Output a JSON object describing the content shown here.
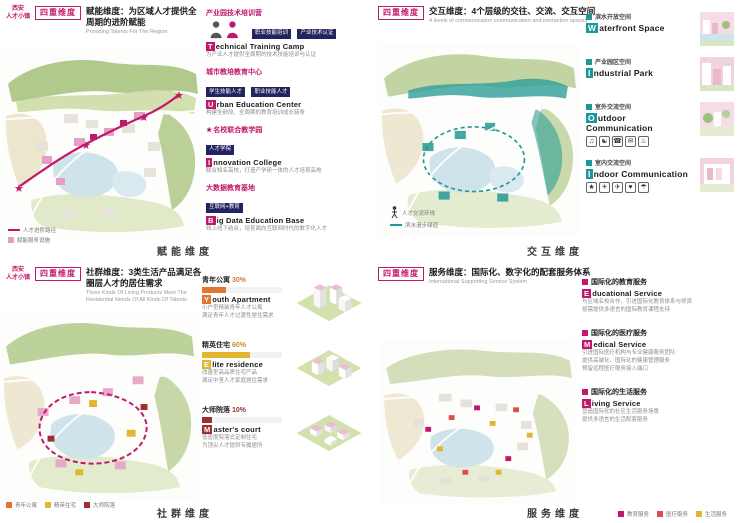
{
  "colors": {
    "accent": "#c2186b",
    "teal": "#1d9899",
    "navy": "#23235f",
    "orange": "#e0762f",
    "yellow": "#e2b62f",
    "dark_red": "#9c2f2f"
  },
  "icons": {
    "star": "★"
  },
  "tl": {
    "logo_line1": "西安",
    "logo_line2": "人才小镇",
    "badge": "四重维度",
    "title": "赋能维度：为区域人才提供全周期的进阶赋能",
    "subtitle": "Providing Talents For The Region",
    "footer": "赋能维度",
    "items": [
      {
        "title": "产业园技术培训营",
        "en_initial": "T",
        "en_rest": "echnical Training Camp",
        "tags": [
          "职业技能培训",
          "产业技术认证"
        ],
        "desc": "为产业人才提供全周期的技术技能培训与认证"
      },
      {
        "title": "城市教培教育中心",
        "en_initial": "U",
        "en_rest": "rban Education Center",
        "tags": [
          "学生技能人才",
          "职业技能人才"
        ],
        "desc": "构建全龄段、全周期的教育培训成长链条"
      },
      {
        "title": "名校联合教学园",
        "en_initial": "I",
        "en_rest": "nnovation College",
        "tags": [
          "人才学院"
        ],
        "desc": "联合知名高校，打造产学研一体的人才培育高地"
      },
      {
        "title": "大数据教育基地",
        "en_initial": "B",
        "en_rest": "ig Data Education Base",
        "tags": [
          "互联网+教育"
        ],
        "desc": "线上线下结合，培育面向互联网时代的数字化人才"
      }
    ],
    "legend": [
      {
        "label": "人才进阶路径"
      },
      {
        "label": "赋能服务设施"
      }
    ]
  },
  "tr": {
    "badge": "四重维度",
    "title": "交互维度：4个层级的交往、交流、交互空间",
    "subtitle": "4 levels of communication communication and interaction spaces",
    "footer": "交互维度",
    "items": [
      {
        "cn": "滨水开放空间",
        "en_initial": "W",
        "en_rest": "aterfront Space"
      },
      {
        "cn": "产业园区空间",
        "en_initial": "I",
        "en_rest": "ndustrial Park"
      },
      {
        "cn": "室外交流空间",
        "en_initial": "O",
        "en_rest": "utdoor Communication",
        "icons": [
          "♫",
          "☯",
          "☎",
          "✉",
          "♨"
        ]
      },
      {
        "cn": "室内交流空间",
        "en_initial": "I",
        "en_rest": "ndoor Communication",
        "icons": [
          "★",
          "☀",
          "✈",
          "♥",
          "☂"
        ]
      }
    ],
    "legend": [
      {
        "label": "人才交流环线"
      },
      {
        "label": "滨水漫步绿道"
      }
    ]
  },
  "bl": {
    "logo_line1": "西安",
    "logo_line2": "人才小镇",
    "badge": "四重维度",
    "title": "社群维度：3类生活产品满足各圈层人才的居住需求",
    "subtitle": "Three Kinds Of Living Products Meet The Residential Needs Of All Kinds Of Talents",
    "footer": "社群维度",
    "items": [
      {
        "name": "青年公寓",
        "pct": "30%",
        "en_initial": "Y",
        "en_rest": "outh Apartment",
        "desc1": "小户型精装青年人才公寓",
        "desc2": "满足青年人才过渡性居住需求"
      },
      {
        "name": "精英住宅",
        "pct": "60%",
        "en_initial": "E",
        "en_rest": "lite residence",
        "desc1": "改善型高品质住宅产品",
        "desc2": "满足中坚人才家庭居住需求"
      },
      {
        "name": "大师院落",
        "pct": "10%",
        "en_initial": "M",
        "en_rest": "aster's court",
        "desc1": "低密度院落式定制住宅",
        "desc2": "为顶尖人才提供专属居所"
      }
    ],
    "legend": [
      {
        "label": "青年公寓"
      },
      {
        "label": "精英住宅"
      },
      {
        "label": "大师院落"
      }
    ]
  },
  "br": {
    "badge": "四重维度",
    "title": "服务维度：国际化、数字化的配套服务体系",
    "subtitle": "International Supporting Service System",
    "footer": "服务维度",
    "items": [
      {
        "cn": "国际化的教育服务",
        "en_initial": "E",
        "en_rest": "ducational Service",
        "lines": [
          "与区域名校合作，引进国际化教育体系与师资",
          "按需提供多语言的国际教育课程支持"
        ]
      },
      {
        "cn": "国际化的医疗服务",
        "en_initial": "M",
        "en_rest": "edical Service",
        "lines": [
          "引进国际医疗机构与专业健康服务团队",
          "提供高端化、国际化的健康管理服务",
          "预留远程医疗服务接入端口"
        ]
      },
      {
        "cn": "国际化的生活服务",
        "en_initial": "L",
        "en_rest": "iving Service",
        "lines": [
          "营造国际化的社区生活服务场景",
          "提供多语言的生活配套服务"
        ]
      }
    ],
    "legend": [
      {
        "label": "教育服务"
      },
      {
        "label": "医疗服务"
      },
      {
        "label": "生活服务"
      }
    ]
  }
}
